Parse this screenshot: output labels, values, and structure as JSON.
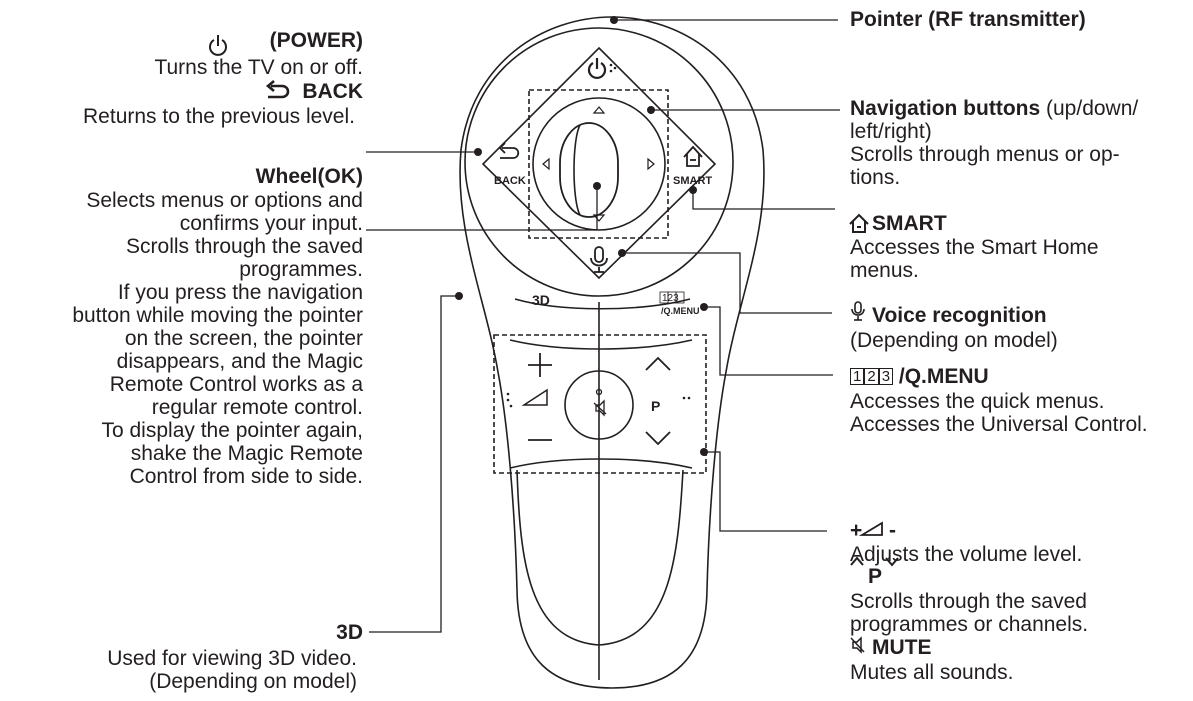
{
  "colors": {
    "ink": "#231f20",
    "remote_fill": "#ffffff",
    "remote_stroke": "#231f20",
    "divider": "#231f20"
  },
  "callouts": {
    "power": {
      "icon": "power-icon",
      "title": "(POWER)",
      "desc": "Turns the TV on or off."
    },
    "back": {
      "icon": "back-arrow-icon",
      "title": "BACK",
      "desc": "Returns to the previous level."
    },
    "wheel": {
      "title": "Wheel(OK)",
      "lines": [
        "Selects menus or options and",
        "confirms your input.",
        "Scrolls through the saved",
        "programmes.",
        "If you press the navigation",
        "button while moving the pointer",
        "on the screen, the pointer",
        "disappears, and the Magic",
        "Remote Control works as a",
        "regular remote control.",
        "To display the pointer again,",
        "shake the Magic Remote",
        "Control from side to side."
      ]
    },
    "three_d": {
      "title": "3D",
      "lines": [
        "Used for viewing 3D video.",
        "(Depending on model)"
      ]
    },
    "pointer": {
      "title": "Pointer (RF transmitter)"
    },
    "navigation": {
      "title": "Navigation buttons",
      "title_suffix": " (up/down/",
      "lines": [
        "left/right)",
        "Scrolls through menus or op-",
        "tions."
      ]
    },
    "smart": {
      "icon": "home-icon",
      "title": "SMART",
      "lines": [
        "Accesses the Smart Home",
        "menus."
      ]
    },
    "voice": {
      "icon": "microphone-icon",
      "title": "Voice recognition",
      "lines": [
        "(Depending on model)"
      ]
    },
    "qmenu": {
      "keys": [
        "1",
        "2",
        "3"
      ],
      "title": "/Q.MENU",
      "lines": [
        "Accesses the quick menus.",
        "Accesses the Universal Control."
      ]
    },
    "volume": {
      "title_plus": "+",
      "title_minus": "-",
      "desc1": "Adjusts the volume level.",
      "program_title": "P",
      "desc2_lines": [
        "Scrolls through the saved",
        "programmes or channels."
      ],
      "mute_title": "MUTE",
      "desc3": "Mutes all sounds."
    }
  },
  "remote_labels": {
    "back": "BACK",
    "smart": "SMART",
    "three_d": "3D",
    "qmenu_keys": "123",
    "qmenu": "/Q.MENU",
    "program": "P"
  }
}
